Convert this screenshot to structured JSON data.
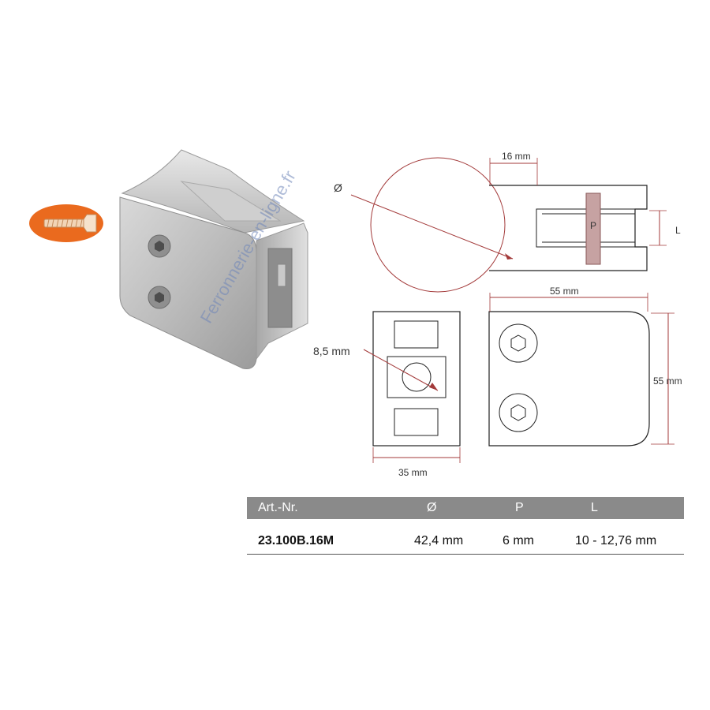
{
  "icon": {
    "name": "screw-icon",
    "badge_color": "#ea6a1e"
  },
  "dimensions": {
    "diameter_symbol": "Ø",
    "top_width": "16 mm",
    "glass_label": "P",
    "gap_label": "L",
    "width_top": "55 mm",
    "height_right": "55 mm",
    "hole": "8,5 mm",
    "base_width": "35 mm"
  },
  "watermark": "Ferronnerie-en-ligne.fr",
  "spec_table": {
    "headers": [
      "Art.-Nr.",
      "Ø",
      "P",
      "L"
    ],
    "rows": [
      [
        "23.100B.16M",
        "42,4 mm",
        "6 mm",
        "10 - 12,76 mm"
      ]
    ]
  },
  "colors": {
    "dimension_line": "#a33a3a",
    "header_bg": "#8a8a8a",
    "glass_fill": "#c6a2a2"
  }
}
